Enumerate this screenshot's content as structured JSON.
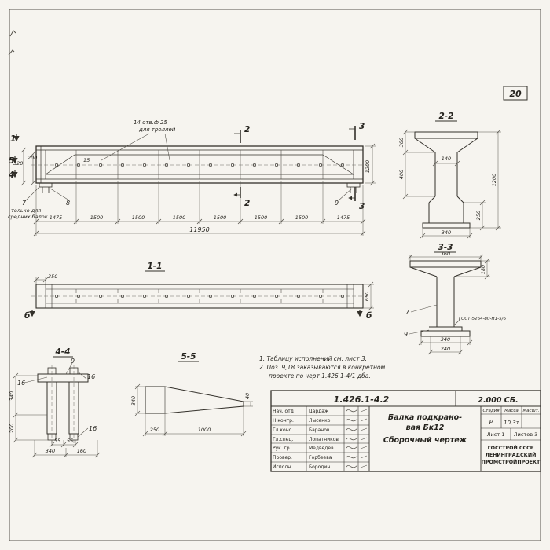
{
  "sheet": {
    "page_number": "20"
  },
  "main_view": {
    "holes_note": {
      "line1": "14 отв.ф 25",
      "line2": "для троллей"
    },
    "left_note": {
      "line1": "только для",
      "line2": "средних балок"
    },
    "callout_7": "7",
    "callout_8": "8",
    "callout_9": "9",
    "callout_15": "15",
    "mark_1": "1",
    "mark_5": "5",
    "mark_4": "4",
    "mark_2": "2",
    "mark_3": "3",
    "dim_320": "320",
    "dim_200": "200",
    "dim_1200": "1200",
    "dim_segments": [
      "1475",
      "1500",
      "1500",
      "1500",
      "1500",
      "1500",
      "1500",
      "1475"
    ],
    "dim_total": "11950"
  },
  "section_2_2": {
    "title": "2-2",
    "dim_300": "300",
    "dim_400": "400",
    "dim_140": "140",
    "dim_250": "250",
    "dim_340": "340",
    "dim_1200": "1200"
  },
  "section_3_3": {
    "title": "3-3",
    "dim_360": "360",
    "dim_180": "180",
    "dim_340": "340",
    "dim_240": "240",
    "callout_7": "7",
    "callout_9": "9",
    "weld_note": "ГОСТ-5264-80-Н1-5/6"
  },
  "section_1_1": {
    "title": "1-1",
    "dim_350": "350",
    "dim_650": "650",
    "mark_b_left": "б",
    "mark_b_right": "б"
  },
  "section_4_4": {
    "title": "4-4",
    "callout_9": "9",
    "callout_16a": "16",
    "callout_16b": "16",
    "callout_16c": "16",
    "dim_55a": "55",
    "dim_55b": "55",
    "dim_340b": "340",
    "dim_160": "160",
    "dim_340l": "340",
    "dim_200l": "200"
  },
  "section_5_5": {
    "title": "5-5",
    "dim_250": "250",
    "dim_1000": "1000",
    "dim_340": "340",
    "dim_40": "40"
  },
  "notes": {
    "line1": "1. Таблицу исполнений см. лист 3.",
    "line2": "2. Поз. 9,18 заказываются в конкретном",
    "line3": "проекте по черт 1.426.1-4/1 дба."
  },
  "title_block": {
    "doc_number": "1.426.1-4.2",
    "doc_code": "2.000 СБ.",
    "rows": [
      {
        "role": "Нач. отд",
        "name": "Цардаж"
      },
      {
        "role": "Н.контр.",
        "name": "Лысенко"
      },
      {
        "role": "Гл.конс.",
        "name": "Баранов"
      },
      {
        "role": "Гл.спец.",
        "name": "Лопатников"
      },
      {
        "role": "Рук. гр.",
        "name": "Медведев"
      },
      {
        "role": "Провер.",
        "name": "Горбеева"
      },
      {
        "role": "Исполн.",
        "name": "Бородин"
      }
    ],
    "title_line1": "Балка подкрано-",
    "title_line2": "вая  Бк12",
    "title_line3": "Сборочный  чертеж",
    "stage_label": "Стадия",
    "mass_label": "Масса",
    "scale_label": "Масшт.",
    "stage_value": "Р",
    "mass_value": "10,3т",
    "sheet_value": "Лист 1",
    "sheets_value": "Листов 3",
    "org_line1": "ГОССТРОЙ СССР",
    "org_line2": "ЛЕНИНГРАДСКИЙ",
    "org_line3": "ПРОМСТРОЙПРОЕКТ"
  }
}
